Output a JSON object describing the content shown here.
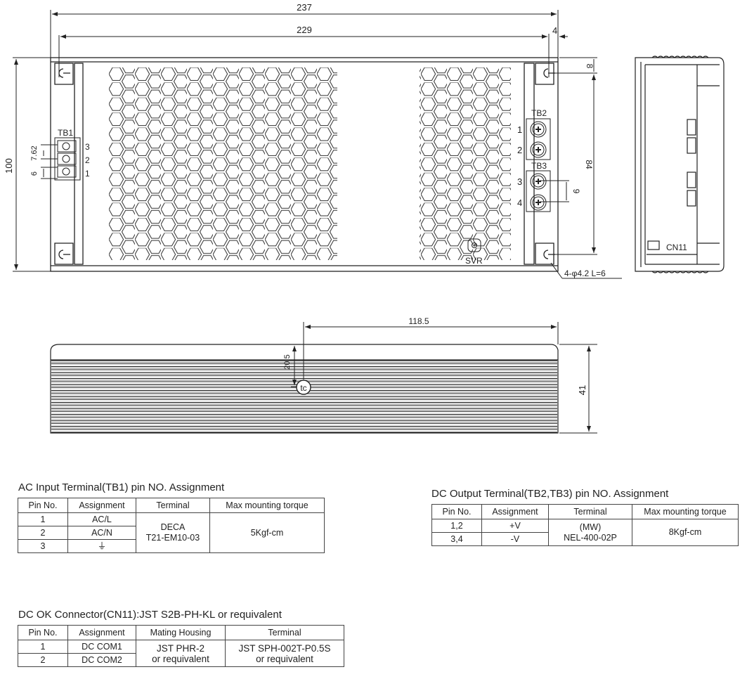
{
  "drawing": {
    "top_view": {
      "dim_overall_length": "237",
      "dim_hole_pitch": "229",
      "dim_hole_offset": "4",
      "dim_height": "100",
      "dim_hole_from_top": "8",
      "dim_hole_vertical_pitch": "84",
      "dim_tb3_pitch": "9",
      "mount_hole_note": "4-φ4.2 L=6",
      "tb1": {
        "label": "TB1",
        "pins": [
          "3",
          "2",
          "1"
        ],
        "dim_pitch": "7.62",
        "dim_width": "6"
      },
      "tb2": {
        "label": "TB2",
        "pins": [
          "1",
          "2"
        ]
      },
      "tb3": {
        "label": "TB3",
        "pins": [
          "3",
          "4"
        ]
      },
      "svr_label": "SVR"
    },
    "end_view": {
      "cn11_label": "CN11"
    },
    "side_view": {
      "dim_tc_horizontal": "118.5",
      "dim_tc_vertical": "20.5",
      "dim_height": "41",
      "tc_label": "tc"
    }
  },
  "tables": {
    "ac_input": {
      "title": "AC Input Terminal(TB1) pin NO. Assignment",
      "headers": [
        "Pin No.",
        "Assignment",
        "Terminal",
        "Max mounting torque"
      ],
      "rows": [
        {
          "pin": "1",
          "assignment": "AC/L"
        },
        {
          "pin": "2",
          "assignment": "AC/N"
        },
        {
          "pin": "3",
          "assignment": "⏚"
        }
      ],
      "terminal_line1": "DECA",
      "terminal_line2": "T21-EM10-03",
      "torque": "5Kgf-cm"
    },
    "dc_output": {
      "title": "DC Output Terminal(TB2,TB3) pin NO. Assignment",
      "headers": [
        "Pin No.",
        "Assignment",
        "Terminal",
        "Max mounting torque"
      ],
      "rows": [
        {
          "pin": "1,2",
          "assignment": "+V"
        },
        {
          "pin": "3,4",
          "assignment": "-V"
        }
      ],
      "terminal_line1": "(MW)",
      "terminal_line2": "NEL-400-02P",
      "torque": "8Kgf-cm"
    },
    "dc_ok": {
      "title": "DC OK Connector(CN11):JST S2B-PH-KL or requivalent",
      "headers": [
        "Pin No.",
        "Assignment",
        "Mating Housing",
        "Terminal"
      ],
      "rows": [
        {
          "pin": "1",
          "assignment": "DC COM1"
        },
        {
          "pin": "2",
          "assignment": "DC COM2"
        }
      ],
      "housing_line1": "JST PHR-2",
      "housing_line2": "or requivalent",
      "terminal_line1": "JST SPH-002T-P0.5S",
      "terminal_line2": "or requivalent"
    }
  }
}
